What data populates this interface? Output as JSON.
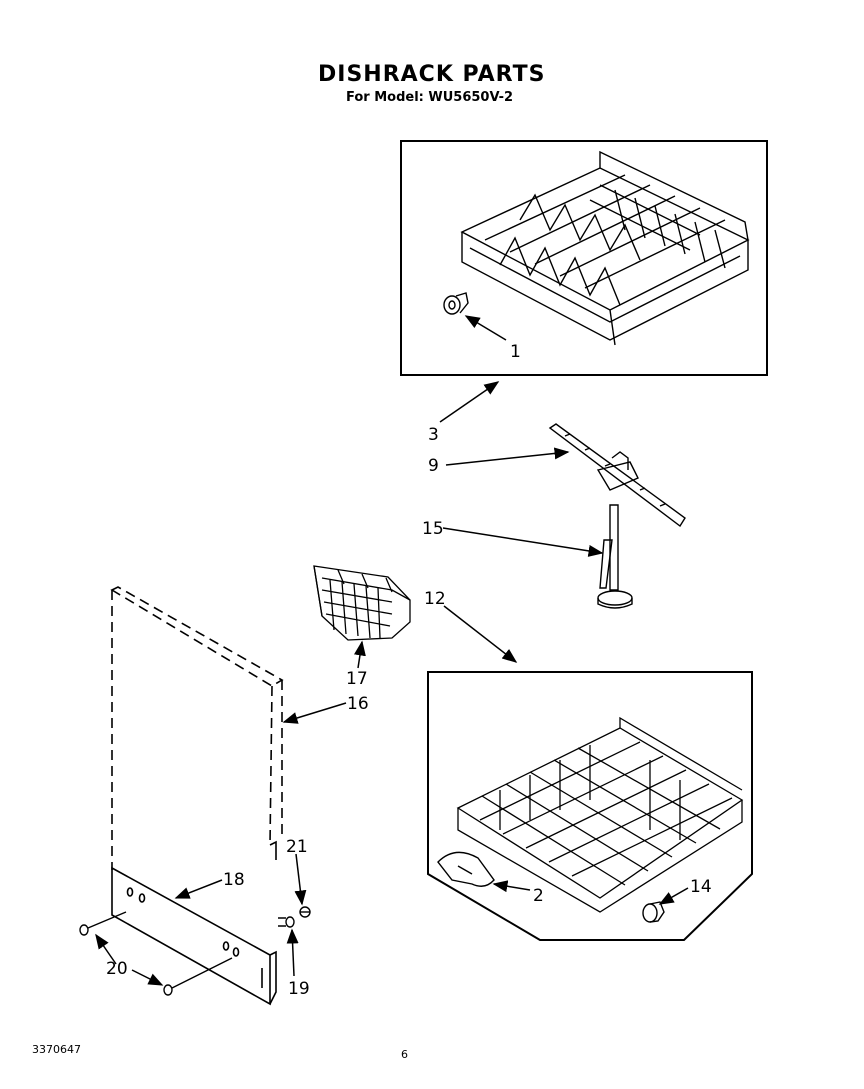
{
  "header": {
    "title": "DISHRACK PARTS",
    "model_line": "For Model: WU5650V-2"
  },
  "footer": {
    "doc_number": "3370647",
    "page_number": "6"
  },
  "callouts": {
    "c1": "1",
    "c2": "2",
    "c3": "3",
    "c9": "9",
    "c12": "12",
    "c14": "14",
    "c15": "15",
    "c16": "16",
    "c17": "17",
    "c18": "18",
    "c19": "19",
    "c20": "20",
    "c21": "21"
  }
}
